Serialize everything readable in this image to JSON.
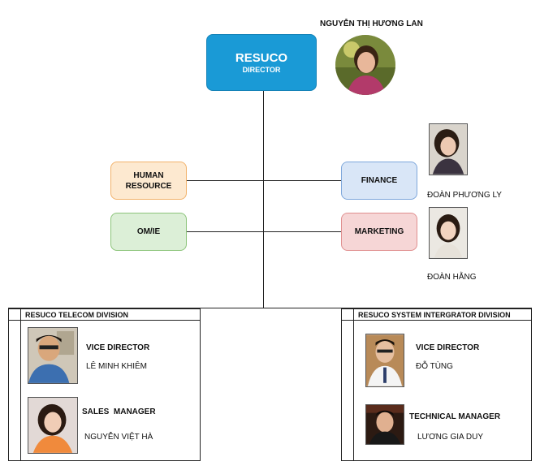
{
  "director": {
    "person_name": "NGUYỄN THỊ HƯƠNG LAN",
    "title": "RESUCO",
    "subtitle": "DIRECTOR",
    "color": "#1a9ad6"
  },
  "departments": {
    "human_resource": {
      "label": "HUMAN\nRESOURCE",
      "fill": "#fde9d0",
      "border": "#f2b26b"
    },
    "omie": {
      "label": "OM/IE",
      "fill": "#dcefd7",
      "border": "#8cc47a"
    },
    "finance": {
      "label": "FINANCE",
      "fill": "#d9e6f7",
      "border": "#7ea7db",
      "person": "ĐOÀN PHƯƠNG LY"
    },
    "marketing": {
      "label": "MARKETING",
      "fill": "#f6d6d6",
      "border": "#e08f8f",
      "person": "ĐOÀN HẰNG"
    }
  },
  "divisions": {
    "telecom": {
      "title": "RESUCO TELECOM DIVISION",
      "members": [
        {
          "role": "VICE DIRECTOR",
          "name": "LÊ MINH KHIÊM"
        },
        {
          "role": "SALES  MANAGER",
          "name": "NGUYỄN VIỆT HÀ"
        }
      ]
    },
    "system_integrator": {
      "title": "RESUCO SYSTEM INTERGRATOR DIVISION",
      "members": [
        {
          "role": "VICE DIRECTOR",
          "name": "ĐỖ TÙNG"
        },
        {
          "role": "TECHNICAL MANAGER",
          "name": "LƯƠNG GIA DUY"
        }
      ]
    }
  }
}
